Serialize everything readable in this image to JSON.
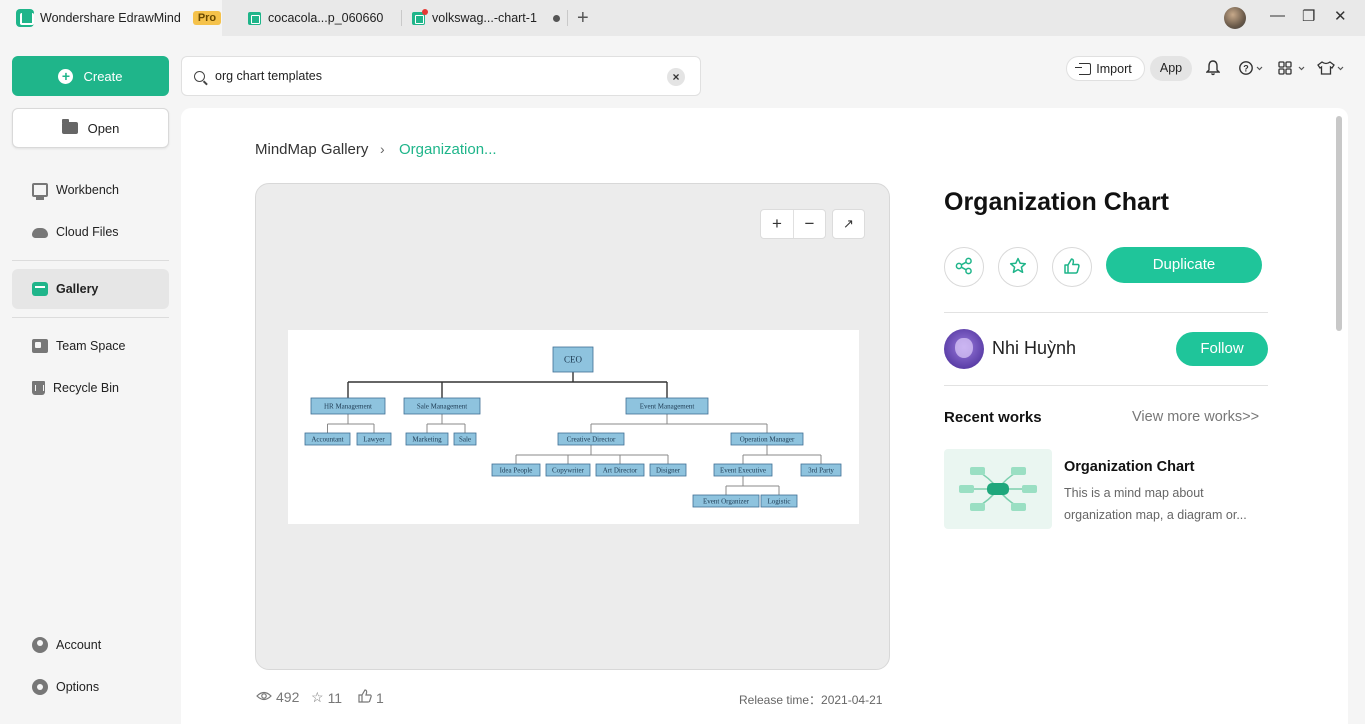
{
  "titlebar": {
    "app_name": "Wondershare EdrawMind",
    "pro_badge": "Pro",
    "tabs": [
      {
        "label": "cocacola...p_060660"
      },
      {
        "label": "volkswag...-chart-1"
      }
    ]
  },
  "sidebar": {
    "create_label": "Create",
    "open_label": "Open",
    "items": [
      {
        "label": "Workbench",
        "icon": "workbench-icon"
      },
      {
        "label": "Cloud Files",
        "icon": "cloud-icon"
      },
      {
        "label": "Gallery",
        "icon": "gallery-icon"
      },
      {
        "label": "Team Space",
        "icon": "team-space-icon"
      },
      {
        "label": "Recycle Bin",
        "icon": "recycle-bin-icon"
      }
    ],
    "bottom": [
      {
        "label": "Account",
        "icon": "account-icon"
      },
      {
        "label": "Options",
        "icon": "options-icon"
      }
    ]
  },
  "search": {
    "value": "org chart templates"
  },
  "topbar": {
    "import_label": "Import",
    "app_label": "App"
  },
  "breadcrumb": {
    "root": "MindMap Gallery",
    "current": "Organization..."
  },
  "preview": {
    "stats": {
      "views": "492",
      "stars": "11",
      "likes": "1"
    },
    "release": "Release time：2021-04-21",
    "org_chart": {
      "nodes": [
        {
          "id": "ceo",
          "label": "CEO"
        },
        {
          "id": "hr",
          "label": "HR Management"
        },
        {
          "id": "sale",
          "label": "Sale Management"
        },
        {
          "id": "event",
          "label": "Event Management"
        },
        {
          "id": "accountant",
          "label": "Accountant"
        },
        {
          "id": "lawyer",
          "label": "Lawyer"
        },
        {
          "id": "marketing",
          "label": "Marketing"
        },
        {
          "id": "sale2",
          "label": "Sale"
        },
        {
          "id": "creative",
          "label": "Creative Director"
        },
        {
          "id": "opmgr",
          "label": "Operation Manager"
        },
        {
          "id": "idea",
          "label": "Idea People"
        },
        {
          "id": "copy",
          "label": "Copywriter"
        },
        {
          "id": "art",
          "label": "Art Director"
        },
        {
          "id": "designer",
          "label": "Disigner"
        },
        {
          "id": "evexec",
          "label": "Event Executive"
        },
        {
          "id": "third",
          "label": "3rd Party"
        },
        {
          "id": "evorg",
          "label": "Event Organizer"
        },
        {
          "id": "logistic",
          "label": "Logistic"
        }
      ]
    }
  },
  "detail": {
    "title": "Organization Chart",
    "duplicate_label": "Duplicate",
    "author": "Nhi Huỳnh",
    "follow_label": "Follow",
    "recent_label": "Recent works",
    "view_more": "View more works>>",
    "recent_work": {
      "title": "Organization Chart",
      "desc": "This is a mind map about organization map, a diagram or..."
    }
  },
  "colors": {
    "accent": "#1fb58a",
    "node_fill": "#8ec3de",
    "node_border": "#3f6f94"
  }
}
